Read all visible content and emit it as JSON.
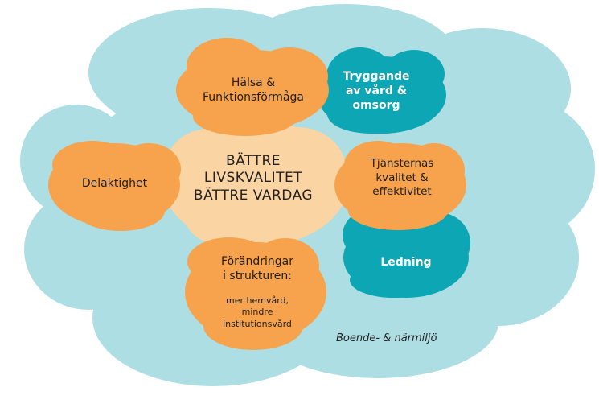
{
  "colors": {
    "background_cloud": "#acdee3",
    "orange": "#f7a24c",
    "teal": "#0ca6b4",
    "center": "#fbd4a4"
  },
  "center": {
    "line1": "BÄTTRE",
    "line2": "LIVSKVALITET",
    "line3": "BÄTTRE VARDAG"
  },
  "nodes": {
    "halsa": {
      "line1": "Hälsa &",
      "line2": "Funktionsförmåga"
    },
    "tryggande": {
      "line1": "Tryggande",
      "line2": "av vård &",
      "line3": "omsorg"
    },
    "delaktighet": {
      "label": "Delaktighet"
    },
    "tjansternas": {
      "line1": "Tjänsternas",
      "line2": "kvalitet &",
      "line3": "effektivitet"
    },
    "ledning": {
      "label": "Ledning"
    },
    "forandringar": {
      "line1": "Förändringar",
      "line2": "i strukturen:",
      "sub1": "mer hemvård,",
      "sub2": "mindre",
      "sub3": "institutionsvård"
    }
  },
  "background_label": "Boende- & närmiljö"
}
